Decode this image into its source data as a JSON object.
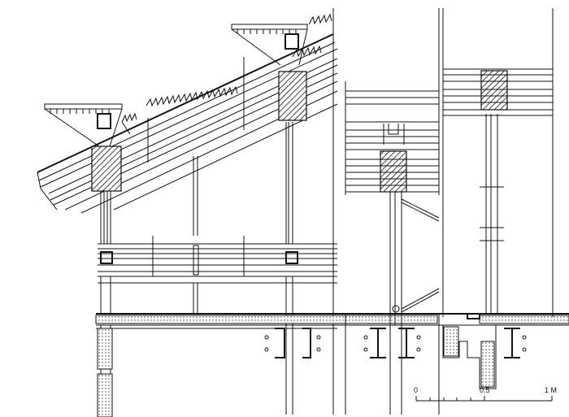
{
  "drawing": {
    "type": "architectural construction section",
    "scale_bar": {
      "labels": [
        "0",
        "0.5",
        "1 M"
      ],
      "ticks": 6
    }
  }
}
